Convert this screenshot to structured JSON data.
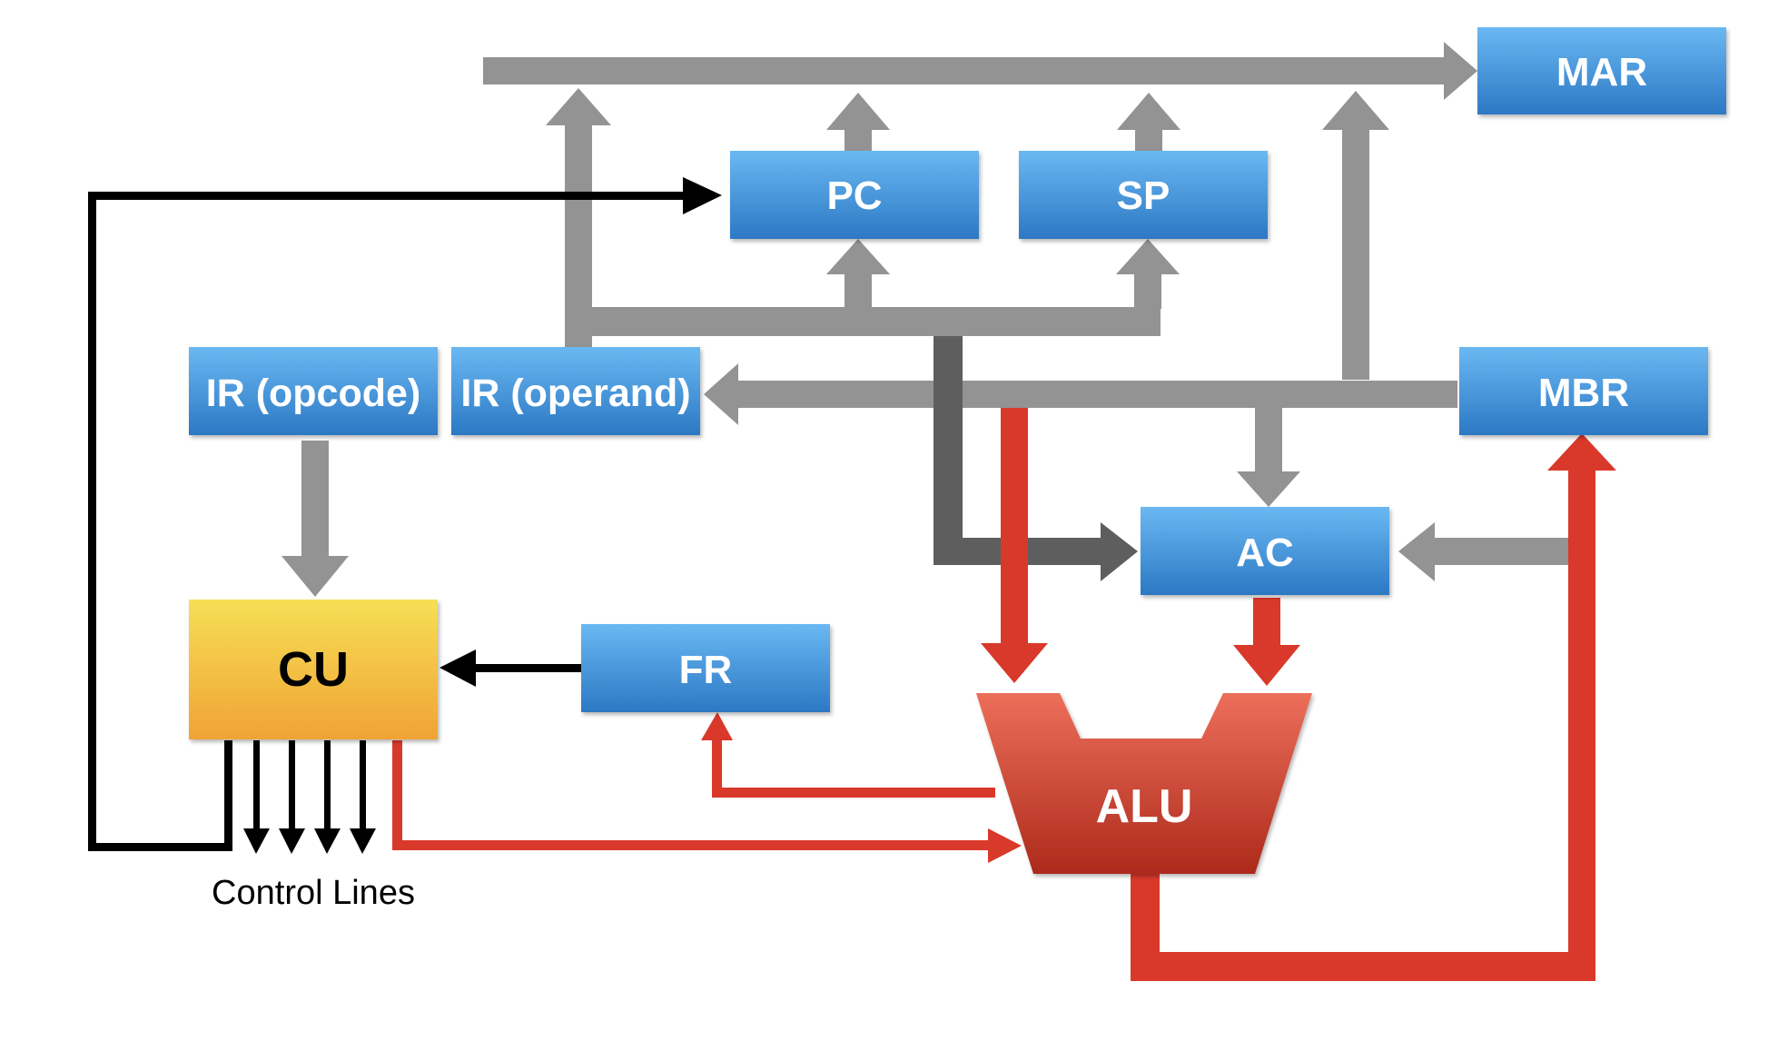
{
  "registers": {
    "mar": "MAR",
    "pc": "PC",
    "sp": "SP",
    "ir_opcode": "IR (opcode)",
    "ir_operand": "IR (operand)",
    "mbr": "MBR",
    "ac": "AC",
    "cu": "CU",
    "fr": "FR",
    "alu": "ALU"
  },
  "caption": "Control Lines",
  "colors": {
    "register_top": "#6ab8f2",
    "register_bottom": "#2c78c4",
    "cu_top": "#f6df55",
    "cu_bottom": "#f0a335",
    "alu_top": "#ec6f5a",
    "alu_bottom": "#ad2a1b",
    "bus_gray": "#939393",
    "bus_dark": "#5e5e5e",
    "data_red": "#d9392a",
    "control_black": "#000000"
  }
}
